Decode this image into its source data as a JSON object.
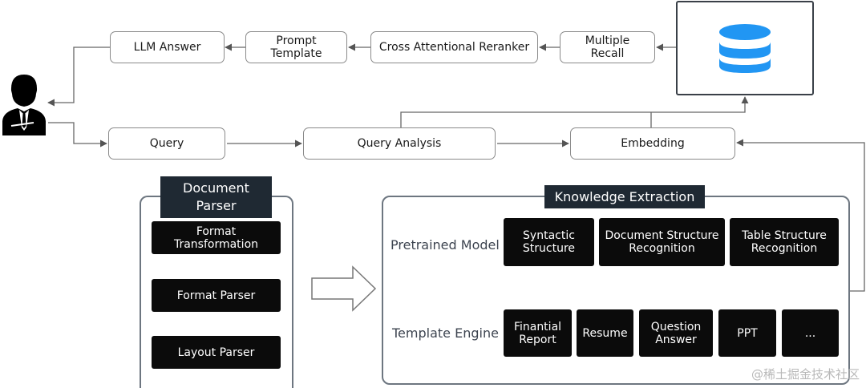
{
  "top_row": {
    "llm_answer": "LLM Answer",
    "prompt_template": "Prompt\nTemplate",
    "reranker": "Cross Attentional Reranker",
    "multiple_recall": "Multiple\nRecall"
  },
  "middle_row": {
    "query": "Query",
    "query_analysis": "Query Analysis",
    "embedding": "Embedding"
  },
  "document_parser": {
    "title": "Document\nParser",
    "items": [
      "Format\nTransformation",
      "Format Parser",
      "Layout Parser"
    ]
  },
  "knowledge_extraction": {
    "title": "Knowledge Extraction",
    "pretrained_label": "Pretrained Model",
    "pretrained_items": [
      "Syntactic\nStructure",
      "Document Structure\nRecognition",
      "Table Structure\nRecognition"
    ],
    "template_label": "Template Engine",
    "template_items": [
      "Finantial\nReport",
      "Resume",
      "Question\nAnswer",
      "PPT",
      "..."
    ]
  },
  "watermark": "@稀土掘金技术社区",
  "icons": {
    "user": "user-icon",
    "database": "database-icon",
    "arrow": "hollow-right-arrow-icon"
  },
  "colors": {
    "dark_box": "#0b0b0b",
    "database_fill": "#2196f3",
    "panel_border": "#6d7680"
  }
}
